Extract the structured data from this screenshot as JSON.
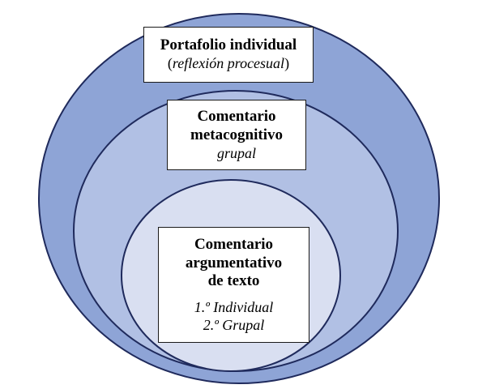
{
  "colors": {
    "outer_fill": "#8ea4d6",
    "middle_fill": "#b1c0e4",
    "inner_fill": "#d9dff1",
    "stroke": "#1f2a5c",
    "box_border": "#1a1a1a"
  },
  "outer": {
    "title": "Portafolio individual",
    "subtitle_open": "(",
    "subtitle_italic": "reflexión procesual",
    "subtitle_close": ")"
  },
  "middle": {
    "title_line1": "Comentario",
    "title_line2": "metacognitivo",
    "subtitle": "grupal"
  },
  "inner": {
    "title_line1": "Comentario",
    "title_line2": "argumentativo",
    "title_line3": "de texto",
    "item1": "1.º Individual",
    "item2": "2.º Grupal"
  }
}
